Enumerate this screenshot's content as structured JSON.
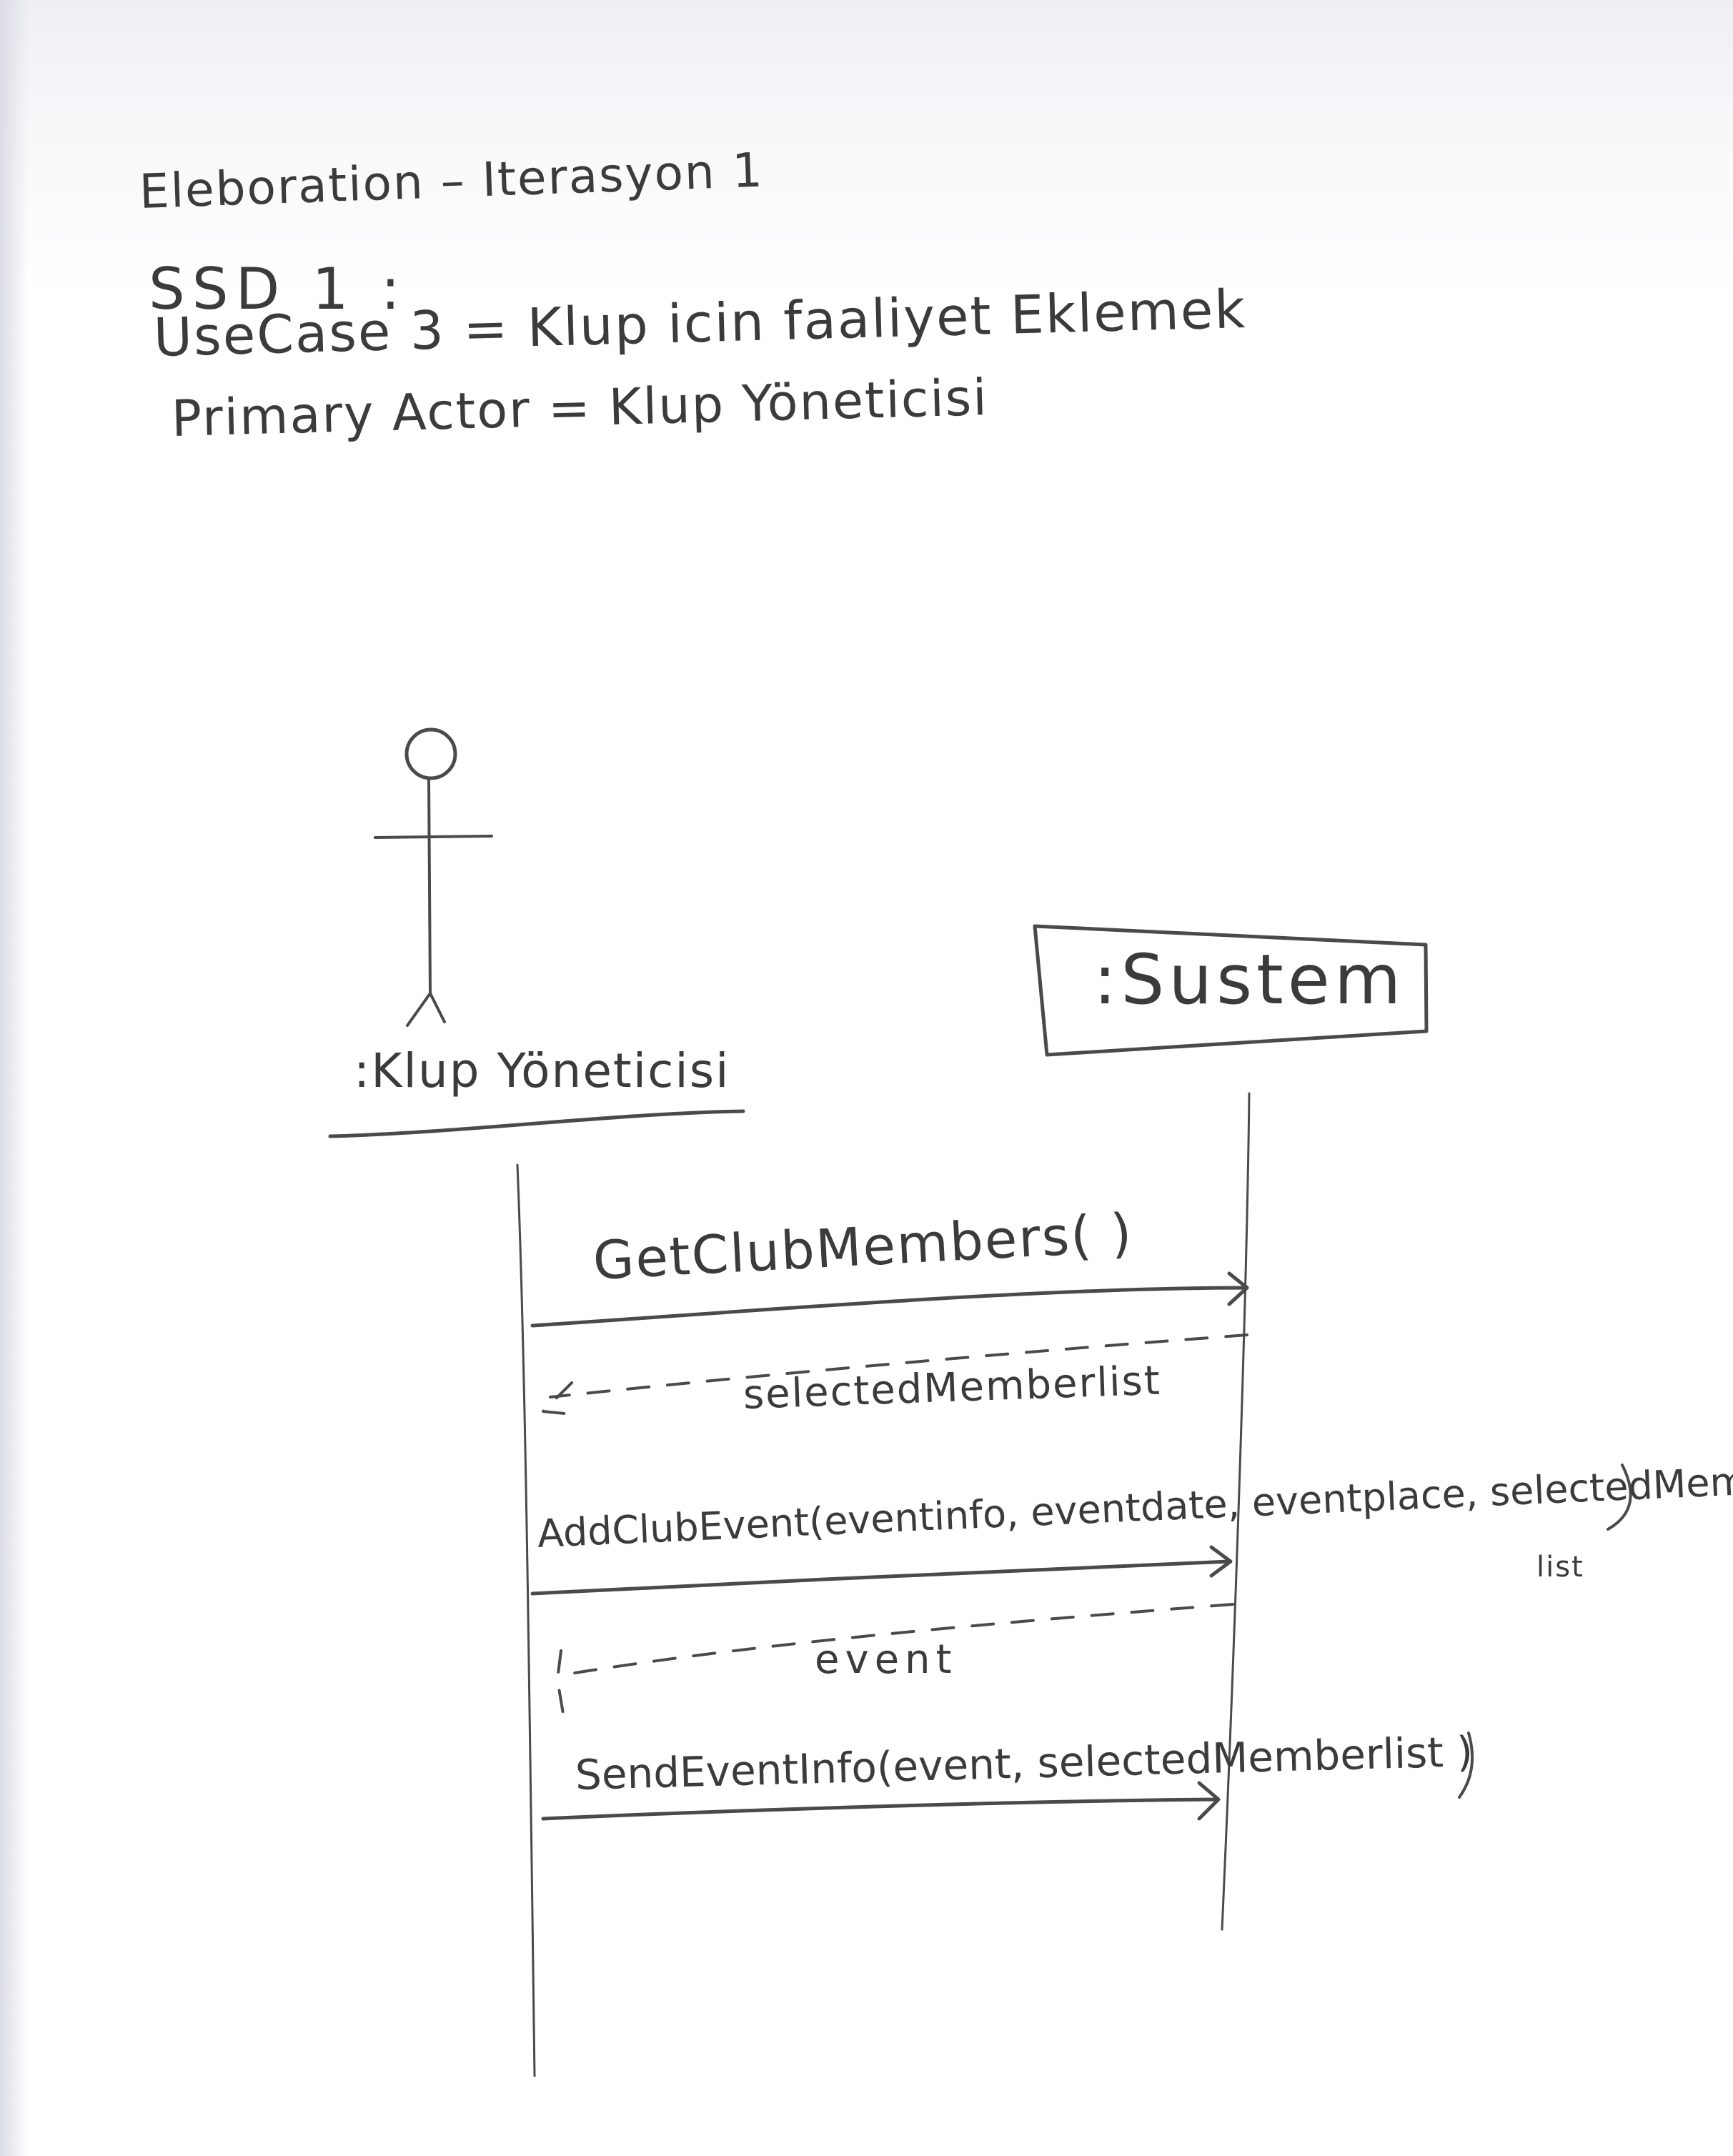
{
  "header": {
    "title": "Eleboration – Iterasyon 1",
    "ssd": "SSD 1 :",
    "use_case": "UseCase 3 = Klup icin faaliyet Eklemek",
    "primary_actor": "Primary Actor = Klup Yöneticisi"
  },
  "diagram": {
    "actor_label": ":Klup Yöneticisi",
    "system_label": ":Sustem",
    "messages": [
      {
        "label": "GetClubMembers( )",
        "kind": "call"
      },
      {
        "label": "selectedMemberlist",
        "kind": "return"
      },
      {
        "label": "AddClubEvent(eventinfo, eventdate, eventplace, selectedMember",
        "label_cont": "list",
        "kind": "call"
      },
      {
        "label": "event",
        "kind": "return"
      },
      {
        "label": "SendEventInfo(event, selectedMemberlist )",
        "kind": "call"
      }
    ]
  }
}
